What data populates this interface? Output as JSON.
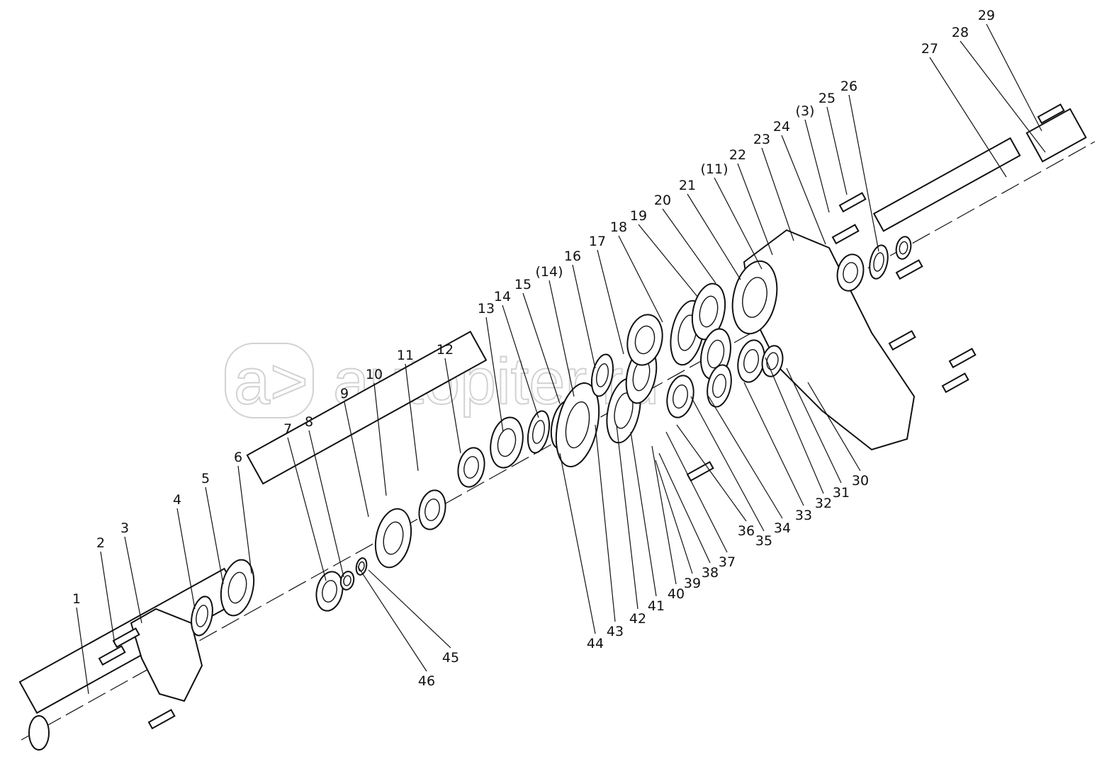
{
  "watermark": {
    "text": "autopiter.ru",
    "logo": "a>"
  },
  "callouts": [
    "1",
    "2",
    "3",
    "4",
    "5",
    "6",
    "7",
    "8",
    "9",
    "10",
    "11",
    "12",
    "13",
    "14",
    "15",
    "(14)",
    "16",
    "17",
    "18",
    "19",
    "20",
    "21",
    "(11)",
    "22",
    "23",
    "24",
    "(3)",
    "25",
    "26",
    "27",
    "28",
    "29",
    "30",
    "31",
    "32",
    "33",
    "34",
    "35",
    "36",
    "37",
    "38",
    "39",
    "40",
    "41",
    "42",
    "43",
    "44",
    "45",
    "46"
  ]
}
